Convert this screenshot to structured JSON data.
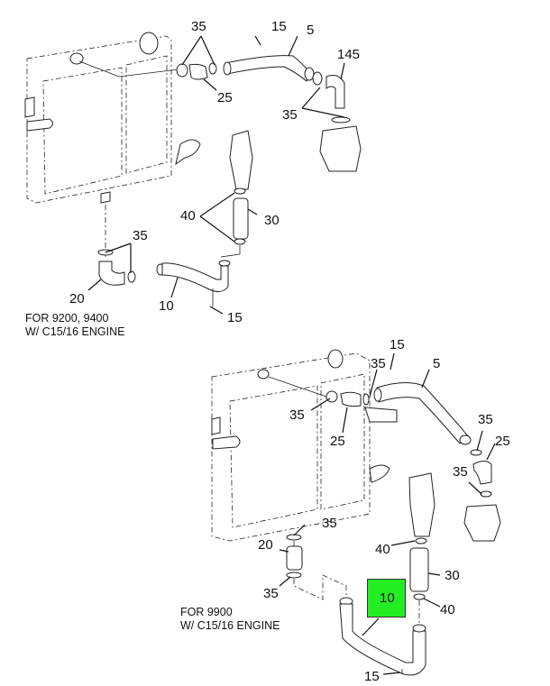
{
  "diagram": {
    "title": "Radiator coolant hose parts diagram",
    "highlight_color": "#22ee22",
    "upper": {
      "caption_line1": "FOR 9200, 9400",
      "caption_line2": "W/ C15/16 ENGINE",
      "labels": {
        "l35a": "35",
        "l15a": "15",
        "l5": "5",
        "l145": "145",
        "l25": "25",
        "l35b": "35",
        "l40": "40",
        "l30": "30",
        "l35c": "35",
        "l20": "20",
        "l10": "10",
        "l15b": "15"
      }
    },
    "lower": {
      "caption_line1": "FOR 9900",
      "caption_line2": "W/ C15/16 ENGINE",
      "labels": {
        "l15a": "15",
        "l35a": "35",
        "l5": "5",
        "l35b": "35",
        "l25a": "25",
        "l35c": "35",
        "l25b": "25",
        "l35d": "35",
        "l35e": "35",
        "l20": "20",
        "l40a": "40",
        "l30": "30",
        "l35f": "35",
        "l10": "10",
        "l40b": "40",
        "l15b": "15"
      },
      "highlighted_part": "10"
    }
  }
}
